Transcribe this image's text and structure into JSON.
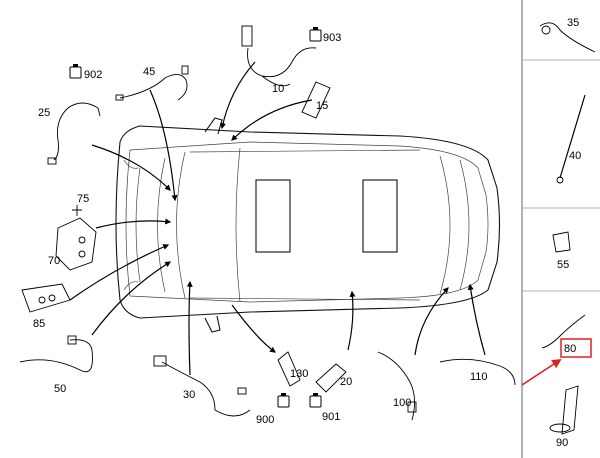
{
  "callouts": {
    "c10": "10",
    "c15": "15",
    "c20": "20",
    "c25": "25",
    "c30": "30",
    "c35": "35",
    "c40": "40",
    "c45": "45",
    "c50": "50",
    "c55": "55",
    "c70": "70",
    "c75": "75",
    "c80": "80",
    "c85": "85",
    "c90": "90",
    "c100": "100",
    "c110": "110",
    "c130": "130",
    "c900": "900",
    "c901": "901",
    "c902": "902",
    "c903": "903"
  },
  "colors": {
    "line": "#000000",
    "highlight_box": "#e02020",
    "highlight_arrow": "#e02020",
    "background": "#ffffff"
  },
  "icons": [
    "connector-icon"
  ],
  "highlight": {
    "target": "80"
  }
}
